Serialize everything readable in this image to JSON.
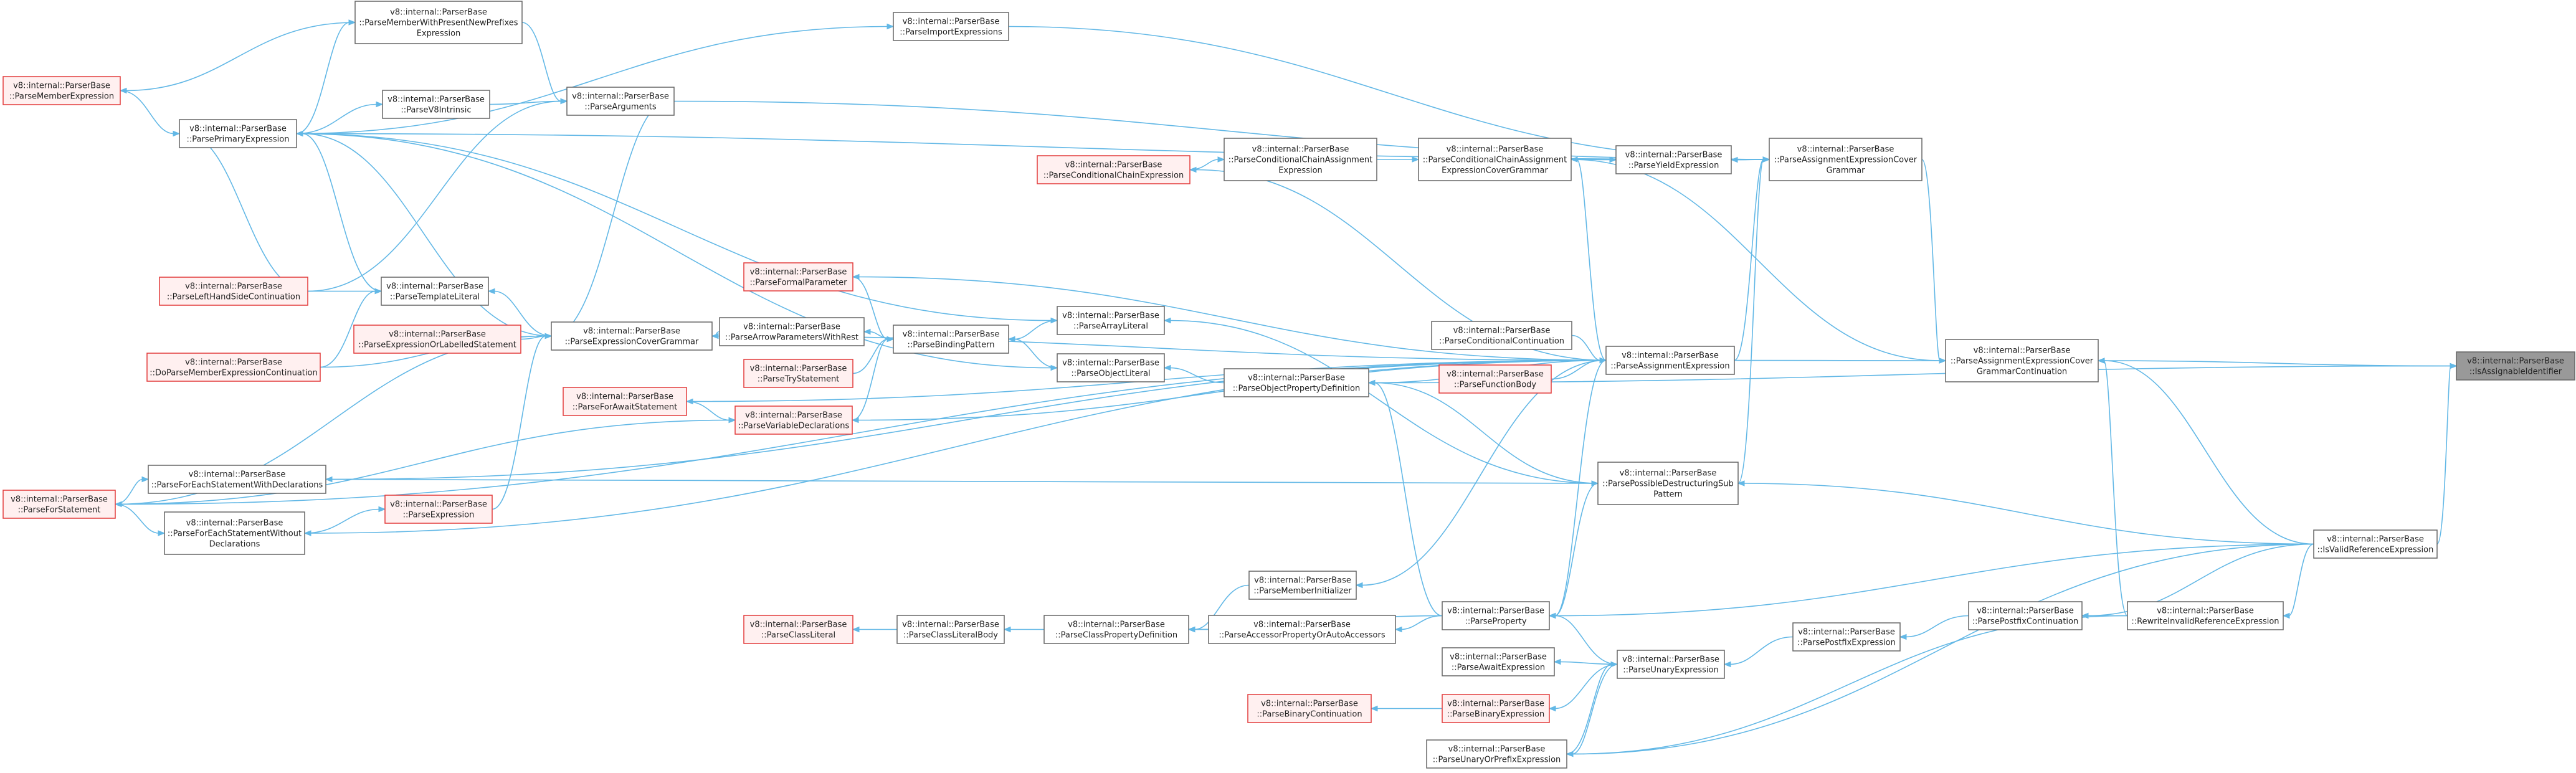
{
  "graph": {
    "colors": {
      "edge": "#63b8e6",
      "node_border": "#666666",
      "red_border": "#e23b3b",
      "red_fill": "#fff0f0",
      "target_fill": "#999999"
    },
    "nodes": [
      {
        "id": "IsAssignableIdentifier",
        "lines": [
          "v8::internal::ParserBase",
          "::IsAssignableIdentifier"
        ],
        "style": "target"
      },
      {
        "id": "ParseMemberWithPresentNewPrefixesExpression",
        "lines": [
          "v8::internal::ParserBase",
          "::ParseMemberWithPresentNewPrefixes",
          "Expression"
        ],
        "style": "normal"
      },
      {
        "id": "ParseImportExpressions",
        "lines": [
          "v8::internal::ParserBase",
          "::ParseImportExpressions"
        ],
        "style": "normal"
      },
      {
        "id": "ParseMemberExpression",
        "lines": [
          "v8::internal::ParserBase",
          "::ParseMemberExpression"
        ],
        "style": "red"
      },
      {
        "id": "ParseV8Intrinsic",
        "lines": [
          "v8::internal::ParserBase",
          "::ParseV8Intrinsic"
        ],
        "style": "normal"
      },
      {
        "id": "ParseArguments",
        "lines": [
          "v8::internal::ParserBase",
          "::ParseArguments"
        ],
        "style": "normal"
      },
      {
        "id": "ParsePrimaryExpression",
        "lines": [
          "v8::internal::ParserBase",
          "::ParsePrimaryExpression"
        ],
        "style": "normal"
      },
      {
        "id": "ParseConditionalChainExpression",
        "lines": [
          "v8::internal::ParserBase",
          "::ParseConditionalChainExpression"
        ],
        "style": "red"
      },
      {
        "id": "ParseConditionalChainAssignmentExpression",
        "lines": [
          "v8::internal::ParserBase",
          "::ParseConditionalChainAssignment",
          "Expression"
        ],
        "style": "normal"
      },
      {
        "id": "ParseConditionalChainAssignmentExpressionCoverGrammar",
        "lines": [
          "v8::internal::ParserBase",
          "::ParseConditionalChainAssignment",
          "ExpressionCoverGrammar"
        ],
        "style": "normal"
      },
      {
        "id": "ParseYieldExpression",
        "lines": [
          "v8::internal::ParserBase",
          "::ParseYieldExpression"
        ],
        "style": "normal"
      },
      {
        "id": "ParseAssignmentExpressionCoverGrammar",
        "lines": [
          "v8::internal::ParserBase",
          "::ParseAssignmentExpressionCover",
          "Grammar"
        ],
        "style": "normal"
      },
      {
        "id": "ParseFormalParameter",
        "lines": [
          "v8::internal::ParserBase",
          "::ParseFormalParameter"
        ],
        "style": "red"
      },
      {
        "id": "ParseLeftHandSideContinuation",
        "lines": [
          "v8::internal::ParserBase",
          "::ParseLeftHandSideContinuation"
        ],
        "style": "red"
      },
      {
        "id": "ParseTemplateLiteral",
        "lines": [
          "v8::internal::ParserBase",
          "::ParseTemplateLiteral"
        ],
        "style": "normal"
      },
      {
        "id": "ParseArrayLiteral",
        "lines": [
          "v8::internal::ParserBase",
          "::ParseArrayLiteral"
        ],
        "style": "normal"
      },
      {
        "id": "ParseExpressionOrLabelledStatement",
        "lines": [
          "v8::internal::ParserBase",
          "::ParseExpressionOrLabelledStatement"
        ],
        "style": "red"
      },
      {
        "id": "ParseExpressionCoverGrammar",
        "lines": [
          "v8::internal::ParserBase",
          "::ParseExpressionCoverGrammar"
        ],
        "style": "normal"
      },
      {
        "id": "ParseArrowParametersWithRest",
        "lines": [
          "v8::internal::ParserBase",
          "::ParseArrowParametersWithRest"
        ],
        "style": "normal"
      },
      {
        "id": "ParseBindingPattern",
        "lines": [
          "v8::internal::ParserBase",
          "::ParseBindingPattern"
        ],
        "style": "normal"
      },
      {
        "id": "ParseConditionalContinuation",
        "lines": [
          "v8::internal::ParserBase",
          "::ParseConditionalContinuation"
        ],
        "style": "normal"
      },
      {
        "id": "ParseAssignmentExpression",
        "lines": [
          "v8::internal::ParserBase",
          "::ParseAssignmentExpression"
        ],
        "style": "normal"
      },
      {
        "id": "ParseAssignmentExpressionCoverGrammarContinuation",
        "lines": [
          "v8::internal::ParserBase",
          "::ParseAssignmentExpressionCover",
          "GrammarContinuation"
        ],
        "style": "normal"
      },
      {
        "id": "DoParseMemberExpressionContinuation",
        "lines": [
          "v8::internal::ParserBase",
          "::DoParseMemberExpressionContinuation"
        ],
        "style": "red"
      },
      {
        "id": "ParseTryStatement",
        "lines": [
          "v8::internal::ParserBase",
          "::ParseTryStatement"
        ],
        "style": "red"
      },
      {
        "id": "ParseObjectLiteral",
        "lines": [
          "v8::internal::ParserBase",
          "::ParseObjectLiteral"
        ],
        "style": "normal"
      },
      {
        "id": "ParseObjectPropertyDefinition",
        "lines": [
          "v8::internal::ParserBase",
          "::ParseObjectPropertyDefinition"
        ],
        "style": "normal"
      },
      {
        "id": "ParseFunctionBody",
        "lines": [
          "v8::internal::ParserBase",
          "::ParseFunctionBody"
        ],
        "style": "red"
      },
      {
        "id": "ParseForAwaitStatement",
        "lines": [
          "v8::internal::ParserBase",
          "::ParseForAwaitStatement"
        ],
        "style": "red"
      },
      {
        "id": "ParseVariableDeclarations",
        "lines": [
          "v8::internal::ParserBase",
          "::ParseVariableDeclarations"
        ],
        "style": "red"
      },
      {
        "id": "ParseForEachStatementWithDeclarations",
        "lines": [
          "v8::internal::ParserBase",
          "::ParseForEachStatementWithDeclarations"
        ],
        "style": "normal"
      },
      {
        "id": "ParseForStatement",
        "lines": [
          "v8::internal::ParserBase",
          "::ParseForStatement"
        ],
        "style": "red"
      },
      {
        "id": "ParsePossibleDestructuringSubPattern",
        "lines": [
          "v8::internal::ParserBase",
          "::ParsePossibleDestructuringSub",
          "Pattern"
        ],
        "style": "normal"
      },
      {
        "id": "ParseExpression",
        "lines": [
          "v8::internal::ParserBase",
          "::ParseExpression"
        ],
        "style": "red"
      },
      {
        "id": "ParseForEachStatementWithoutDeclarations",
        "lines": [
          "v8::internal::ParserBase",
          "::ParseForEachStatementWithout",
          "Declarations"
        ],
        "style": "normal"
      },
      {
        "id": "IsValidReferenceExpression",
        "lines": [
          "v8::internal::ParserBase",
          "::IsValidReferenceExpression"
        ],
        "style": "normal"
      },
      {
        "id": "ParseMemberInitializer",
        "lines": [
          "v8::internal::ParserBase",
          "::ParseMemberInitializer"
        ],
        "style": "normal"
      },
      {
        "id": "ParseClassLiteral",
        "lines": [
          "v8::internal::ParserBase",
          "::ParseClassLiteral"
        ],
        "style": "red"
      },
      {
        "id": "ParseClassLiteralBody",
        "lines": [
          "v8::internal::ParserBase",
          "::ParseClassLiteralBody"
        ],
        "style": "normal"
      },
      {
        "id": "ParseClassPropertyDefinition",
        "lines": [
          "v8::internal::ParserBase",
          "::ParseClassPropertyDefinition"
        ],
        "style": "normal"
      },
      {
        "id": "ParseAccessorPropertyOrAutoAccessors",
        "lines": [
          "v8::internal::ParserBase",
          "::ParseAccessorPropertyOrAutoAccessors"
        ],
        "style": "normal"
      },
      {
        "id": "ParseProperty",
        "lines": [
          "v8::internal::ParserBase",
          "::ParseProperty"
        ],
        "style": "normal"
      },
      {
        "id": "ParsePostfixContinuation",
        "lines": [
          "v8::internal::ParserBase",
          "::ParsePostfixContinuation"
        ],
        "style": "normal"
      },
      {
        "id": "RewriteInvalidReferenceExpression",
        "lines": [
          "v8::internal::ParserBase",
          "::RewriteInvalidReferenceExpression"
        ],
        "style": "normal"
      },
      {
        "id": "ParsePostfixExpression",
        "lines": [
          "v8::internal::ParserBase",
          "::ParsePostfixExpression"
        ],
        "style": "normal"
      },
      {
        "id": "ParseAwaitExpression",
        "lines": [
          "v8::internal::ParserBase",
          "::ParseAwaitExpression"
        ],
        "style": "normal"
      },
      {
        "id": "ParseUnaryExpression",
        "lines": [
          "v8::internal::ParserBase",
          "::ParseUnaryExpression"
        ],
        "style": "normal"
      },
      {
        "id": "ParseBinaryContinuation",
        "lines": [
          "v8::internal::ParserBase",
          "::ParseBinaryContinuation"
        ],
        "style": "red"
      },
      {
        "id": "ParseBinaryExpression",
        "lines": [
          "v8::internal::ParserBase",
          "::ParseBinaryExpression"
        ],
        "style": "red"
      },
      {
        "id": "ParseUnaryOrPrefixExpression",
        "lines": [
          "v8::internal::ParserBase",
          "::ParseUnaryOrPrefixExpression"
        ],
        "style": "normal"
      }
    ]
  }
}
